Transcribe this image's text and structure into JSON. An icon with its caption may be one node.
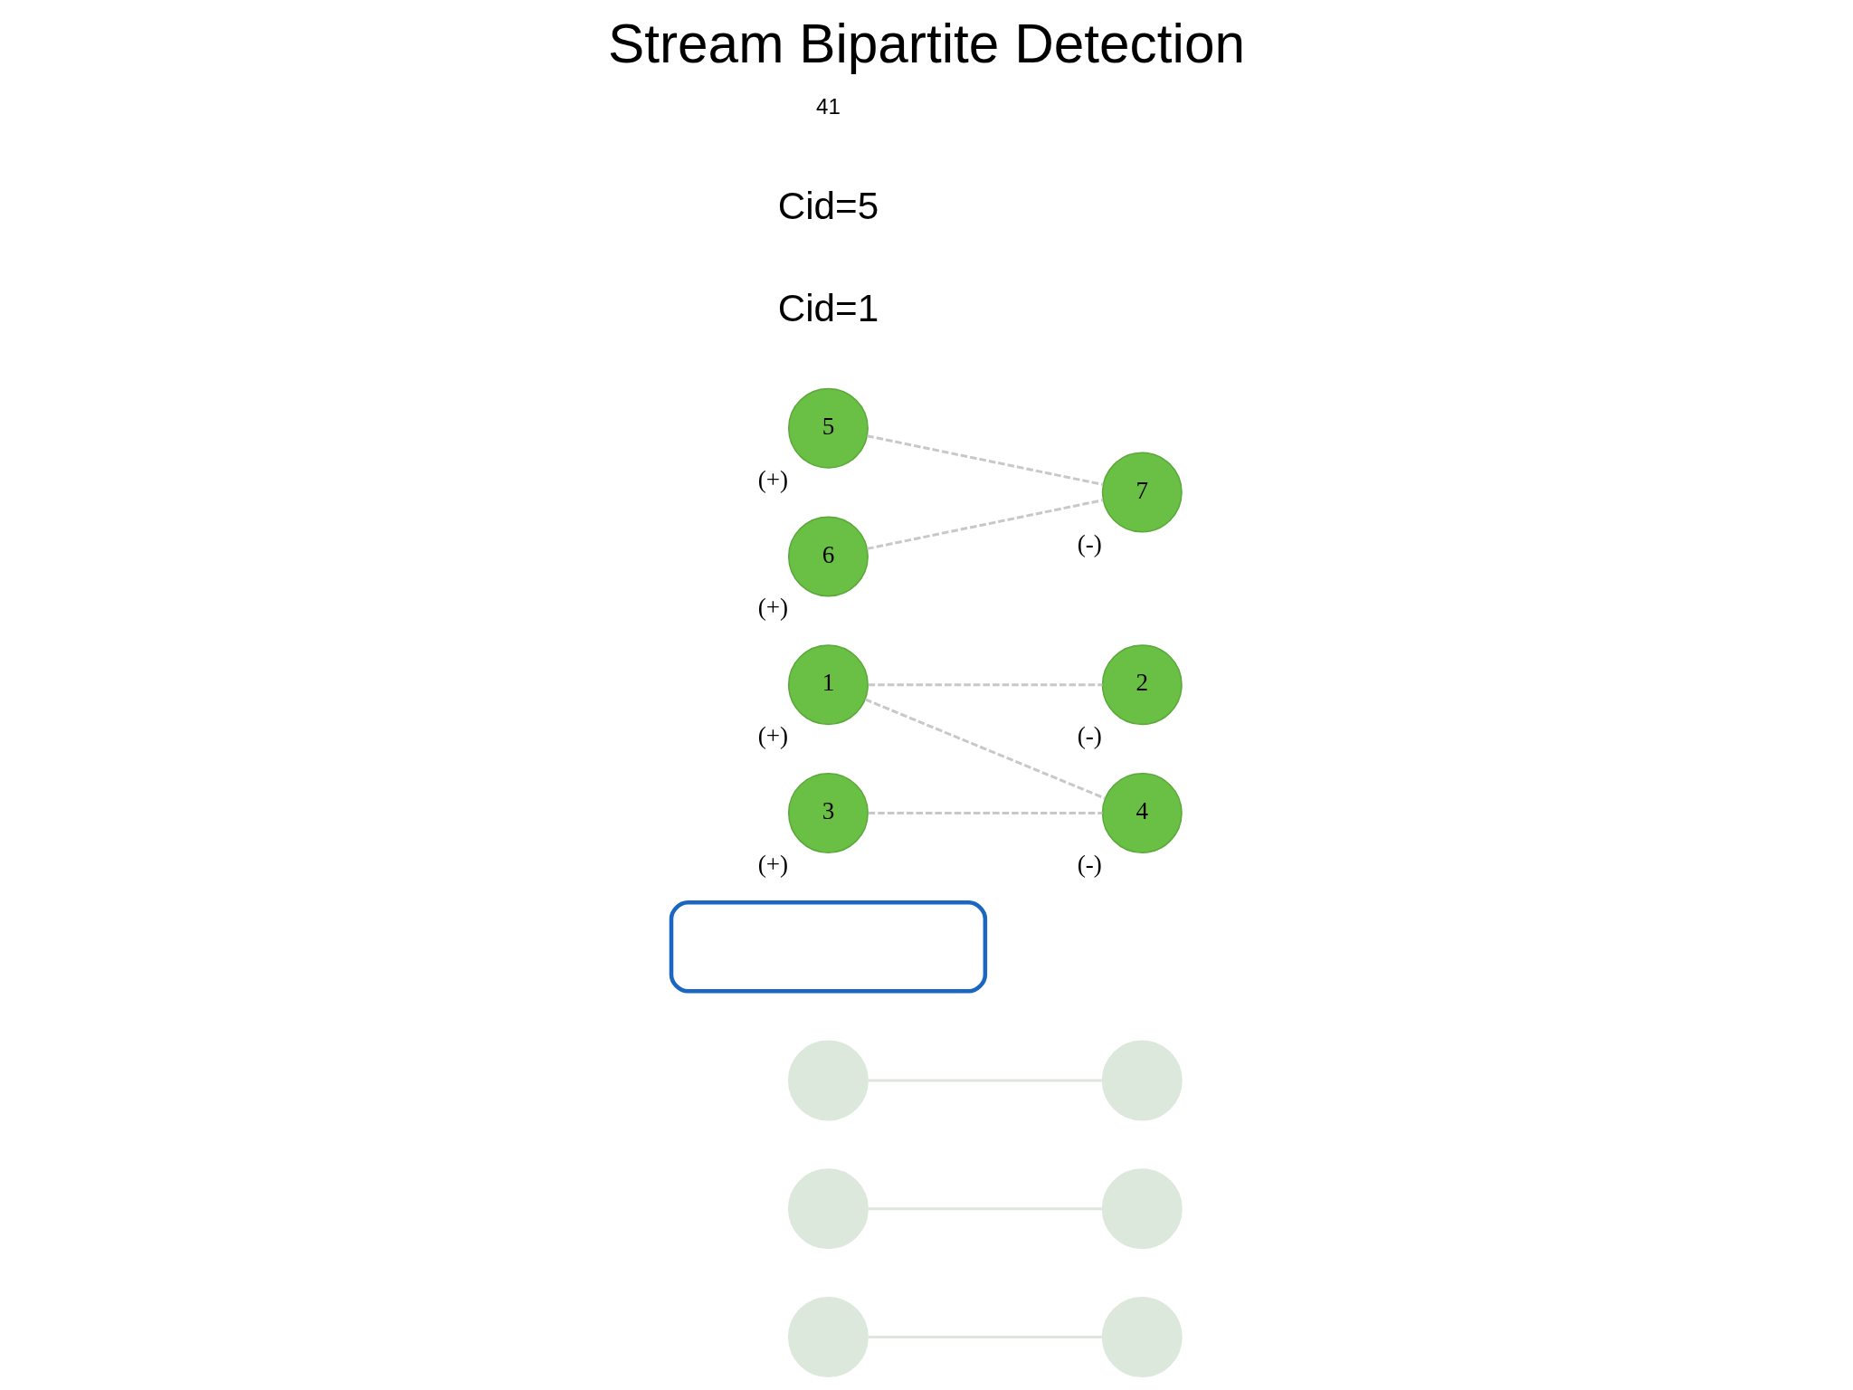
{
  "diagram": {
    "title": "Stream Bipartite Detection",
    "nodes": [
      {
        "text": [],
        "shape": "circle"
      },
      {
        "text": [],
        "shape": "circle"
      },
      {
        "text": [],
        "shape": "circle"
      },
      {
        "text": [],
        "shape": "circle"
      },
      {
        "text": [],
        "shape": "circle"
      },
      {
        "text": [],
        "shape": "circle"
      },
      {
        "text": [],
        "shape": "box"
      },
      {
        "text": [
          "1"
        ],
        "beside": [
          "(+)"
        ]
      },
      {
        "text": [
          "2"
        ],
        "beside": [
          "(-)"
        ]
      },
      {
        "text": [
          "3"
        ],
        "beside": [
          "(+)"
        ]
      },
      {
        "text": [
          "4"
        ],
        "beside": [
          "(-)"
        ]
      },
      {
        "text": [
          "5"
        ],
        "beside": [
          "(+)"
        ]
      },
      {
        "text": [
          "6"
        ],
        "beside": [
          "(+)"
        ]
      },
      {
        "text": [
          "7"
        ],
        "beside": [
          "(-)"
        ]
      }
    ],
    "edges": [
      {
        "from": 0,
        "to": 1,
        "arrow": "none",
        "color": "#dfe6df"
      },
      {
        "from": 2,
        "to": 3,
        "arrow": "none",
        "color": "#dfe6df"
      },
      {
        "from": 4,
        "to": 5,
        "arrow": "none",
        "color": "#dfe6df"
      },
      {
        "from": 7,
        "to": 8,
        "arrow": "none",
        "style": "dashed"
      },
      {
        "from": 7,
        "to": 10,
        "arrow": "none",
        "style": "dashed"
      },
      {
        "from": 9,
        "to": 10,
        "arrow": "none",
        "style": "dashed"
      },
      {
        "from": 11,
        "to": 13,
        "arrow": "none",
        "style": "dashed"
      },
      {
        "from": 12,
        "to": 13,
        "arrow": "none",
        "style": "dashed"
      }
    ],
    "labels": [
      "Cid=1",
      "Cid=5",
      "41"
    ]
  }
}
